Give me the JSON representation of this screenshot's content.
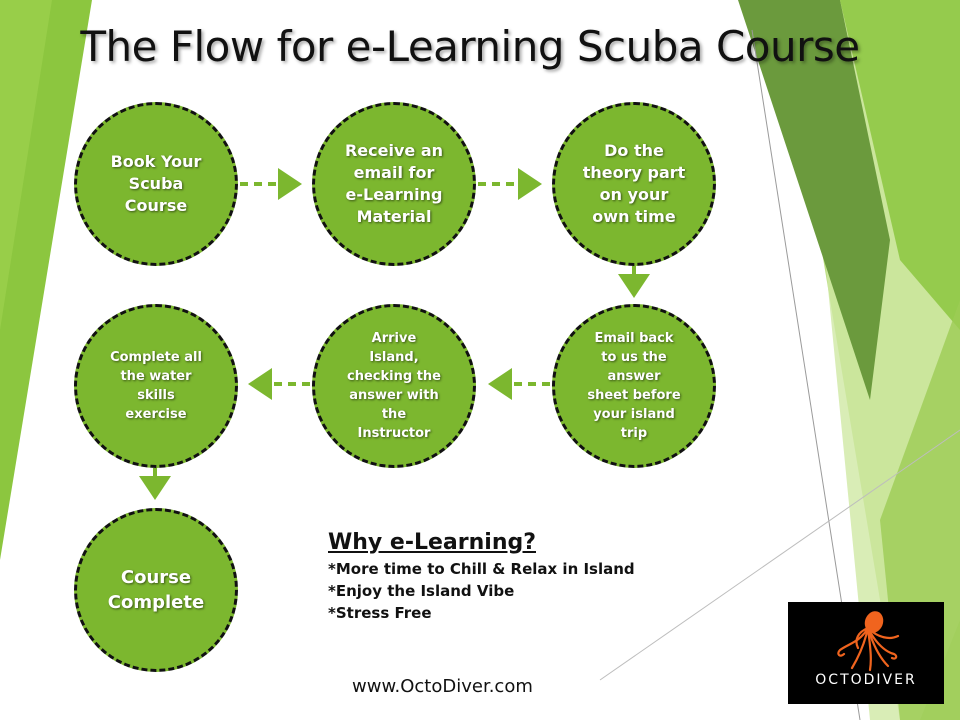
{
  "title": "The Flow for e-Learning Scuba Course",
  "colors": {
    "node_fill": "#7cb72f",
    "node_border": "#111111",
    "arrow": "#7cb72f",
    "accent_green_dark": "#6a9a3a",
    "accent_green_light": "#a9d46a",
    "logo_bg": "#000000",
    "octopus": "#f0641e"
  },
  "steps": [
    {
      "id": "book",
      "label": "Book Your\nScuba\nCourse"
    },
    {
      "id": "receive",
      "label": "Receive an\nemail for\ne-Learning\nMaterial"
    },
    {
      "id": "theory",
      "label": "Do the\ntheory part\non your\nown time"
    },
    {
      "id": "email-back",
      "label": "Email back\nto us the\nanswer\nsheet before\nyour island\ntrip"
    },
    {
      "id": "arrive",
      "label": "Arrive\nIsland,\nchecking the\nanswer with\nthe\nInstructor"
    },
    {
      "id": "water-skills",
      "label": "Complete all\nthe water\nskills\nexercise"
    },
    {
      "id": "complete",
      "label": "Course\nComplete"
    }
  ],
  "why": {
    "heading": "Why e-Learning?",
    "items": [
      "*More time to Chill & Relax in Island",
      "*Enjoy the Island Vibe",
      "*Stress Free"
    ]
  },
  "website": "www.OctoDiver.com",
  "logo": {
    "text": "OCTODIVER",
    "icon": "octopus-icon"
  }
}
